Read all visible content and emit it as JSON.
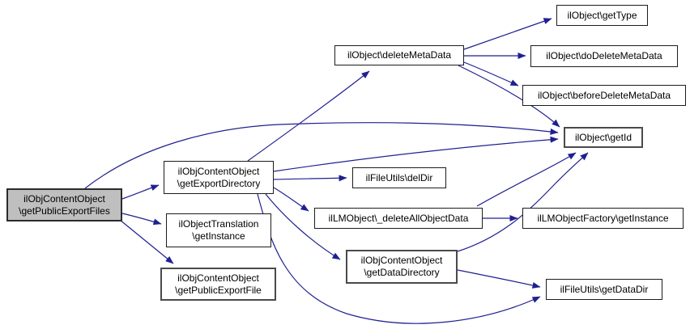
{
  "diagram": {
    "type": "call-graph",
    "colors": {
      "background": "#ffffff",
      "edge": "#1f2090",
      "node_fill": "#ffffff",
      "main_node_fill": "#bfbfbf",
      "border": "#1c1c1c"
    },
    "nodes": [
      {
        "id": "getPublicExportFiles",
        "label": "ilObjContentObject\n\\getPublicExportFiles",
        "main": true
      },
      {
        "id": "getExportDirectory",
        "label": "ilObjContentObject\n\\getExportDirectory",
        "main": false
      },
      {
        "id": "objectTranslationGetInstance",
        "label": "ilObjectTranslation\n\\getInstance",
        "main": false
      },
      {
        "id": "getPublicExportFile",
        "label": "ilObjContentObject\n\\getPublicExportFile",
        "main": false
      },
      {
        "id": "deleteMetaData",
        "label": "ilObject\\deleteMetaData",
        "main": false
      },
      {
        "id": "getType",
        "label": "ilObject\\getType",
        "main": false
      },
      {
        "id": "doDeleteMetaData",
        "label": "ilObject\\doDeleteMetaData",
        "main": false
      },
      {
        "id": "beforeDeleteMetaData",
        "label": "ilObject\\beforeDeleteMetaData",
        "main": false
      },
      {
        "id": "getId",
        "label": "ilObject\\getId",
        "main": false
      },
      {
        "id": "delDir",
        "label": "ilFileUtils\\delDir",
        "main": false
      },
      {
        "id": "deleteAllObjectData",
        "label": "ilLMObject\\_deleteAllObjectData",
        "main": false
      },
      {
        "id": "lmObjectFactoryGetInstance",
        "label": "ilLMObjectFactory\\getInstance",
        "main": false
      },
      {
        "id": "getDataDirectory",
        "label": "ilObjContentObject\n\\getDataDirectory",
        "main": false
      },
      {
        "id": "getDataDir",
        "label": "ilFileUtils\\getDataDir",
        "main": false
      }
    ],
    "edges": [
      {
        "from": "getPublicExportFiles",
        "to": "getExportDirectory"
      },
      {
        "from": "getPublicExportFiles",
        "to": "objectTranslationGetInstance"
      },
      {
        "from": "getPublicExportFiles",
        "to": "getPublicExportFile"
      },
      {
        "from": "getPublicExportFiles",
        "to": "getId"
      },
      {
        "from": "getExportDirectory",
        "to": "deleteMetaData"
      },
      {
        "from": "getExportDirectory",
        "to": "getId"
      },
      {
        "from": "getExportDirectory",
        "to": "delDir"
      },
      {
        "from": "getExportDirectory",
        "to": "deleteAllObjectData"
      },
      {
        "from": "getExportDirectory",
        "to": "getDataDirectory"
      },
      {
        "from": "getExportDirectory",
        "to": "getDataDir"
      },
      {
        "from": "deleteMetaData",
        "to": "getType"
      },
      {
        "from": "deleteMetaData",
        "to": "doDeleteMetaData"
      },
      {
        "from": "deleteMetaData",
        "to": "beforeDeleteMetaData"
      },
      {
        "from": "deleteMetaData",
        "to": "getId"
      },
      {
        "from": "deleteAllObjectData",
        "to": "lmObjectFactoryGetInstance"
      },
      {
        "from": "deleteAllObjectData",
        "to": "getId"
      },
      {
        "from": "getDataDirectory",
        "to": "getId"
      },
      {
        "from": "getDataDirectory",
        "to": "getDataDir"
      }
    ]
  }
}
